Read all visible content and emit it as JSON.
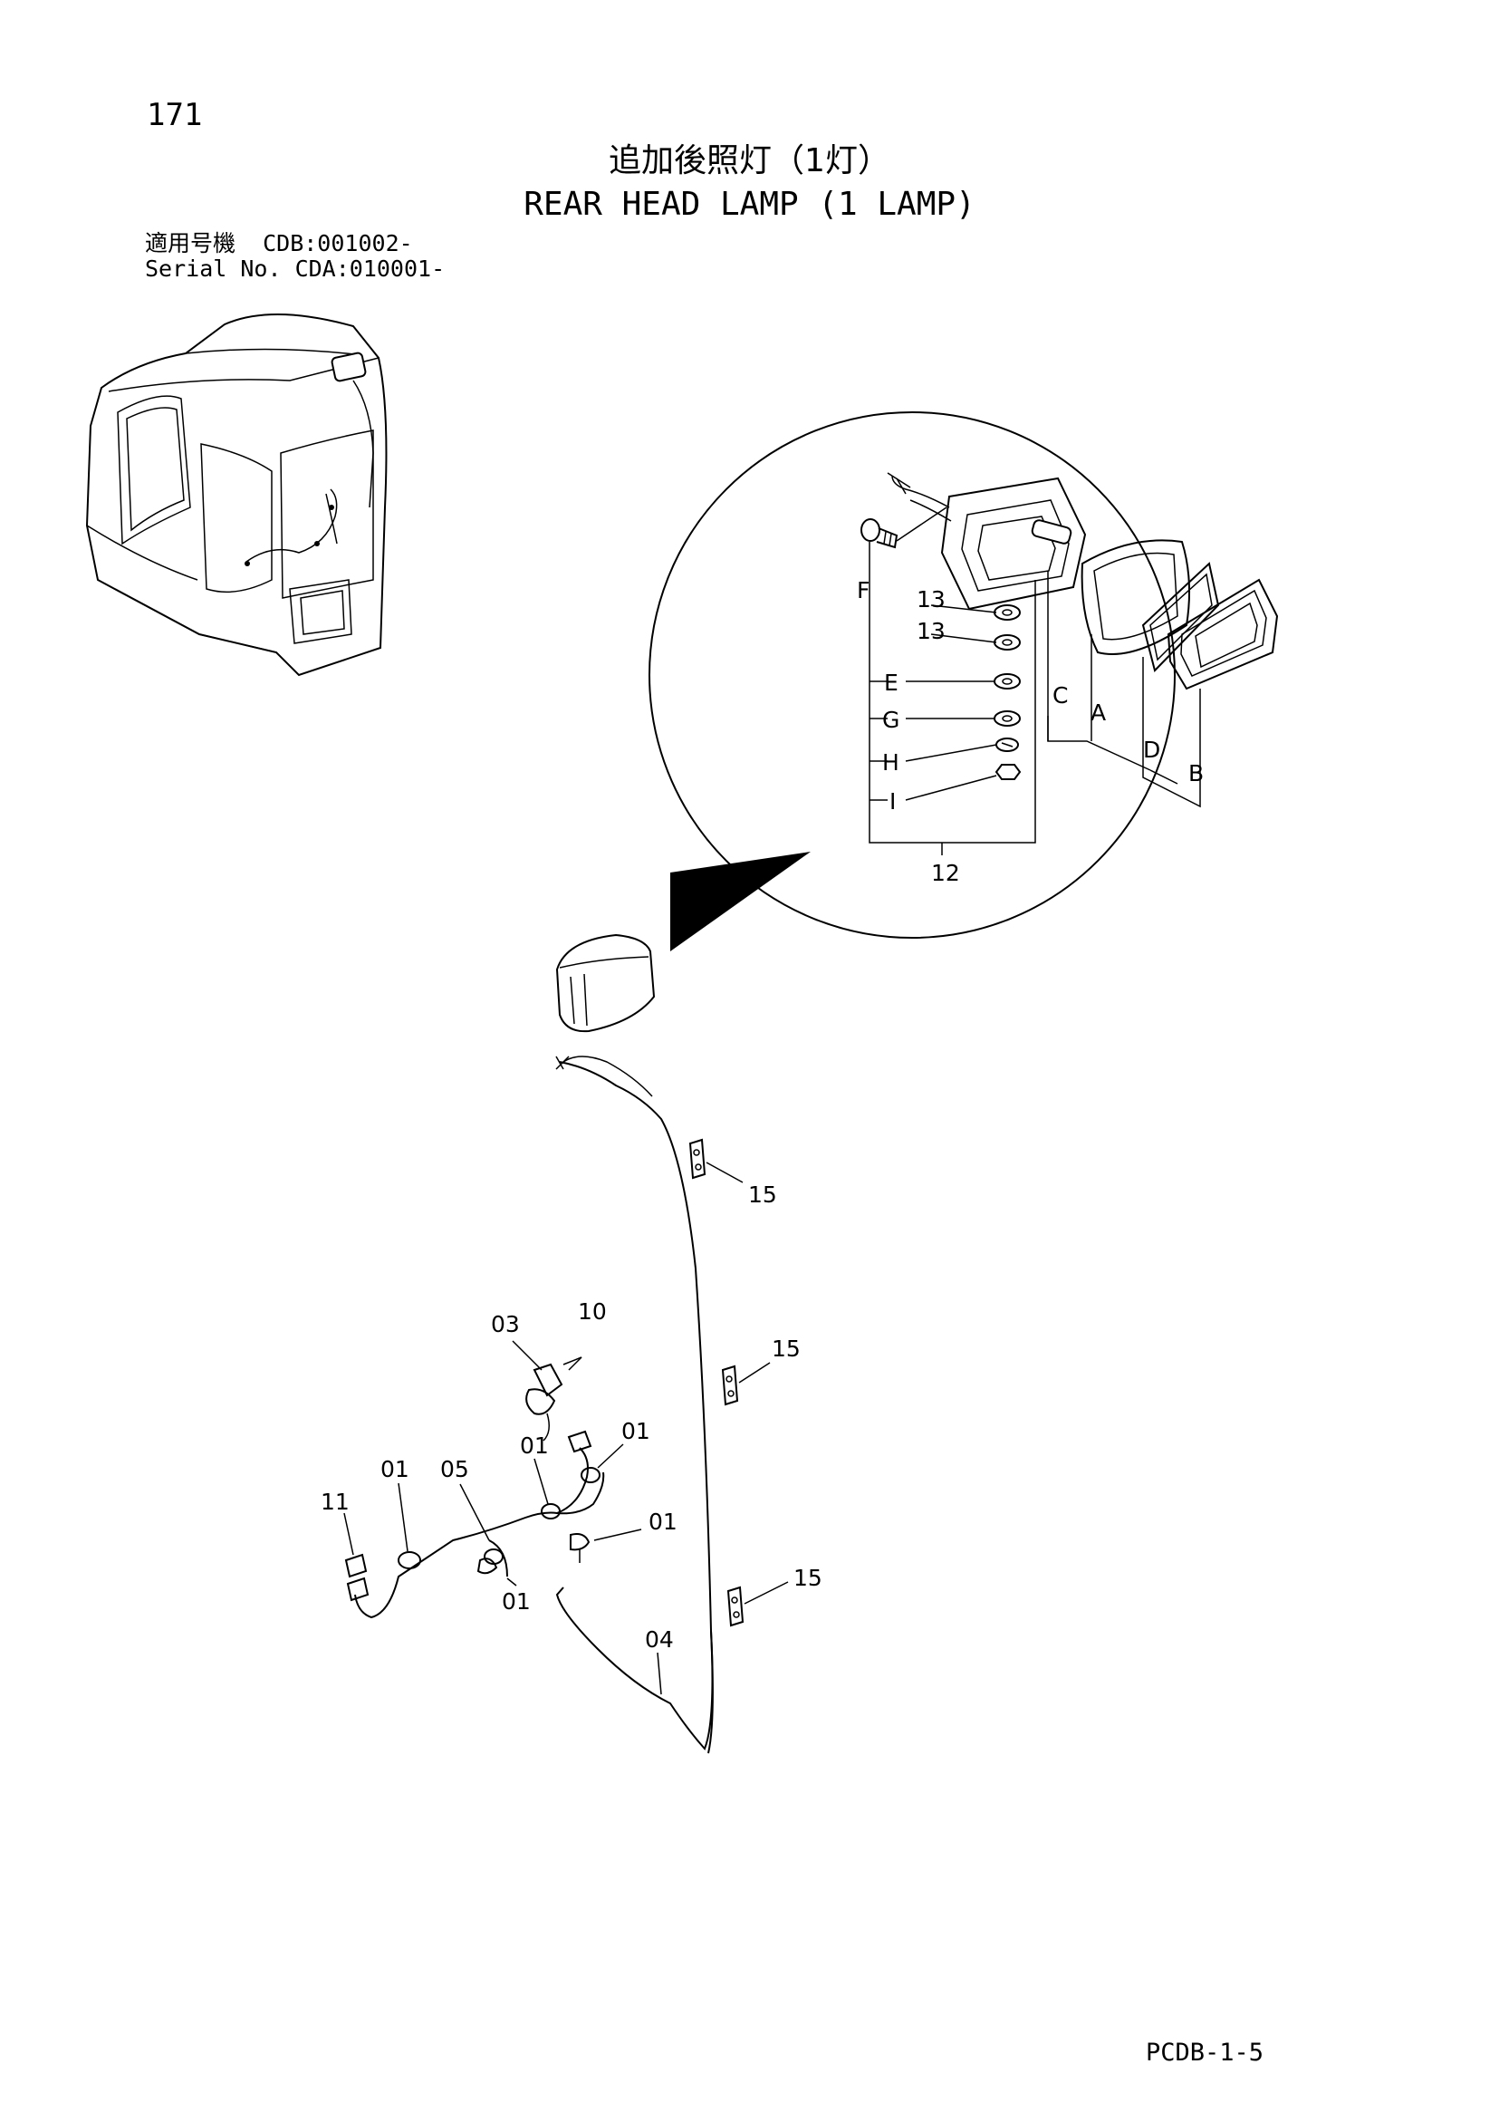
{
  "header": {
    "page_number": "171",
    "title_ja": "追加後照灯（1灯）",
    "title_en": "REAR HEAD LAMP (1 LAMP)",
    "serial_line1": "適用号機  CDB:001002-",
    "serial_line2": "Serial No. CDA:010001-"
  },
  "callouts": {
    "F": "F",
    "13a": "13",
    "13b": "13",
    "E": "E",
    "G": "G",
    "H": "H",
    "I": "I",
    "C": "C",
    "A": "A",
    "D": "D",
    "B": "B",
    "12": "12",
    "15a": "15",
    "15b": "15",
    "15c": "15",
    "03": "03",
    "10": "10",
    "01a": "01",
    "01b": "01",
    "01c": "01",
    "01d": "01",
    "01e": "01",
    "05": "05",
    "11": "11",
    "04": "04"
  },
  "footer": {
    "code": "PCDB-1-5"
  }
}
